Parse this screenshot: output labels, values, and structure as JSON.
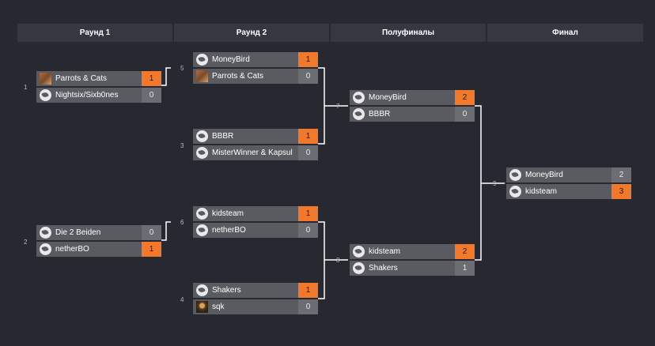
{
  "rounds": [
    "Раунд 1",
    "Раунд 2",
    "Полуфиналы",
    "Финал"
  ],
  "matches": {
    "m1": {
      "number": "1",
      "teams": [
        {
          "name": "Parrots & Cats",
          "score": "1",
          "logo": "parrots-cats-avatar"
        },
        {
          "name": "Nightsix/Sixb0nes",
          "score": "0",
          "logo": "default-team-emblem-icon"
        }
      ]
    },
    "m2": {
      "number": "2",
      "teams": [
        {
          "name": "Die 2 Beiden",
          "score": "0",
          "logo": "default-team-emblem-icon"
        },
        {
          "name": "netherBO",
          "score": "1",
          "logo": "default-team-emblem-icon"
        }
      ]
    },
    "m5": {
      "number": "5",
      "teams": [
        {
          "name": "MoneyBird",
          "score": "1",
          "logo": "default-team-emblem-icon"
        },
        {
          "name": "Parrots & Cats",
          "score": "0",
          "logo": "parrots-cats-avatar"
        }
      ]
    },
    "m3": {
      "number": "3",
      "teams": [
        {
          "name": "BBBR",
          "score": "1",
          "logo": "default-team-emblem-icon"
        },
        {
          "name": "MisterWinner & Kapsul",
          "score": "0",
          "logo": "default-team-emblem-icon"
        }
      ]
    },
    "m6": {
      "number": "6",
      "teams": [
        {
          "name": "kidsteam",
          "score": "1",
          "logo": "default-team-emblem-icon"
        },
        {
          "name": "netherBO",
          "score": "0",
          "logo": "default-team-emblem-icon"
        }
      ]
    },
    "m4": {
      "number": "4",
      "teams": [
        {
          "name": "Shakers",
          "score": "1",
          "logo": "default-team-emblem-icon"
        },
        {
          "name": "sqk",
          "score": "0",
          "logo": "sqk-avatar"
        }
      ]
    },
    "m7": {
      "number": "7",
      "teams": [
        {
          "name": "MoneyBird",
          "score": "2",
          "logo": "default-team-emblem-icon"
        },
        {
          "name": "BBBR",
          "score": "0",
          "logo": "default-team-emblem-icon"
        }
      ]
    },
    "m8": {
      "number": "8",
      "teams": [
        {
          "name": "kidsteam",
          "score": "2",
          "logo": "default-team-emblem-icon"
        },
        {
          "name": "Shakers",
          "score": "1",
          "logo": "default-team-emblem-icon"
        }
      ]
    },
    "m9": {
      "number": "9",
      "teams": [
        {
          "name": "MoneyBird",
          "score": "2",
          "logo": "default-team-emblem-icon"
        },
        {
          "name": "kidsteam",
          "score": "3",
          "logo": "default-team-emblem-icon"
        }
      ]
    }
  },
  "colors": {
    "background": "#272830",
    "header": "#363741",
    "team_row": "#5a5b61",
    "score": "#6c6d73",
    "winner_score": "#f2782c",
    "connector": "#ffffff"
  }
}
